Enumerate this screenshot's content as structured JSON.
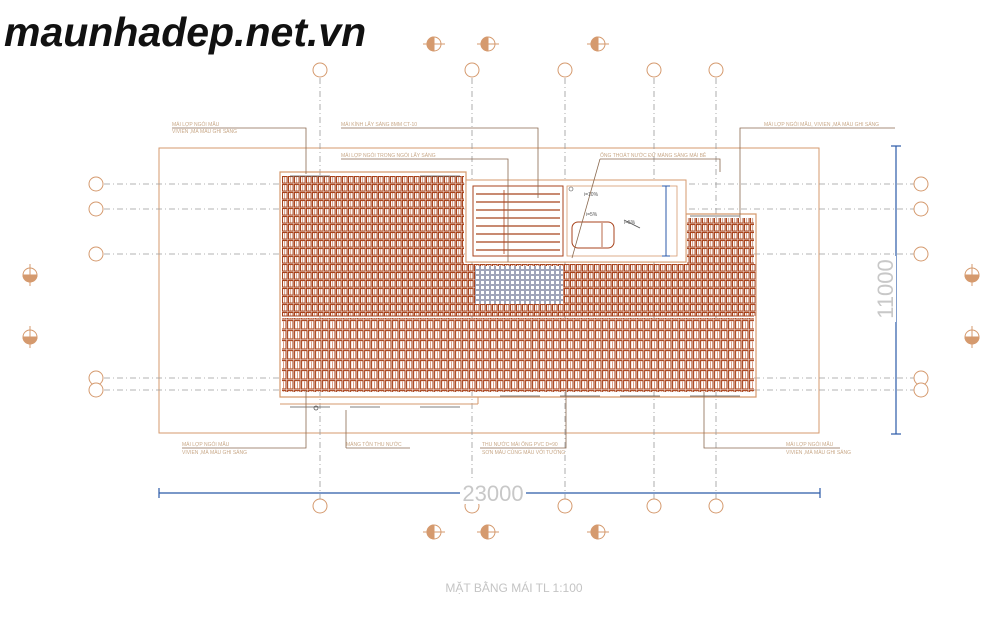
{
  "watermark": "maunhadep.net.vn",
  "caption": "MẶT BẰNG MÁI TL 1:100",
  "dimensions": {
    "width_label": "23000",
    "height_label": "11000"
  },
  "annotations": {
    "top_left": [
      "MÁI LỢP NGÓI MẪU",
      "VIVIEN ,MÀ MÀU GHI SÁNG"
    ],
    "top_skylight": "MÁI KÍNH LẤY SÁNG 8MM CT-10",
    "top_center": "MÁI LỢP NGÓI TRONG NGÓI LẤY SÁNG",
    "top_pipe": "ỐNG THOÁT NƯỚC ĐỨ MÁNG SÀNG MÁI BÊ",
    "top_right": "MÁI LỢP NGÓI MẪU, VIVIEN ,MÀ MÀU GHI SÁNG",
    "bottom_left": [
      "MÁI LỢP NGÓI MẪU",
      "VIVIEN ,MÀ MÀU GHI SÁNG"
    ],
    "bottom_gutter": "MÁNG TÔN THU NƯỚC",
    "bottom_center": [
      "THU NƯỚC MÁI ỐNG PVC D=90",
      "SƠN MÀU CÙNG MÀU VỚI TƯỜNG"
    ],
    "bottom_right": [
      "MÁI LỢP NGÓI MẪU",
      "VIVIEN ,MÀ MÀU GHI SÁNG"
    ],
    "slope_1": "i=10%",
    "slope_2": "i=5%",
    "slope_3": "i=5%"
  },
  "colors": {
    "tile": "#a8431c",
    "tile_light": "#c8603a",
    "frame": "#d59a6e",
    "grid": "#7c7c7c",
    "dimension": "#2b5aa8",
    "skylight_glass": "#8a8fa8",
    "text_gray": "#c8c8c8"
  }
}
